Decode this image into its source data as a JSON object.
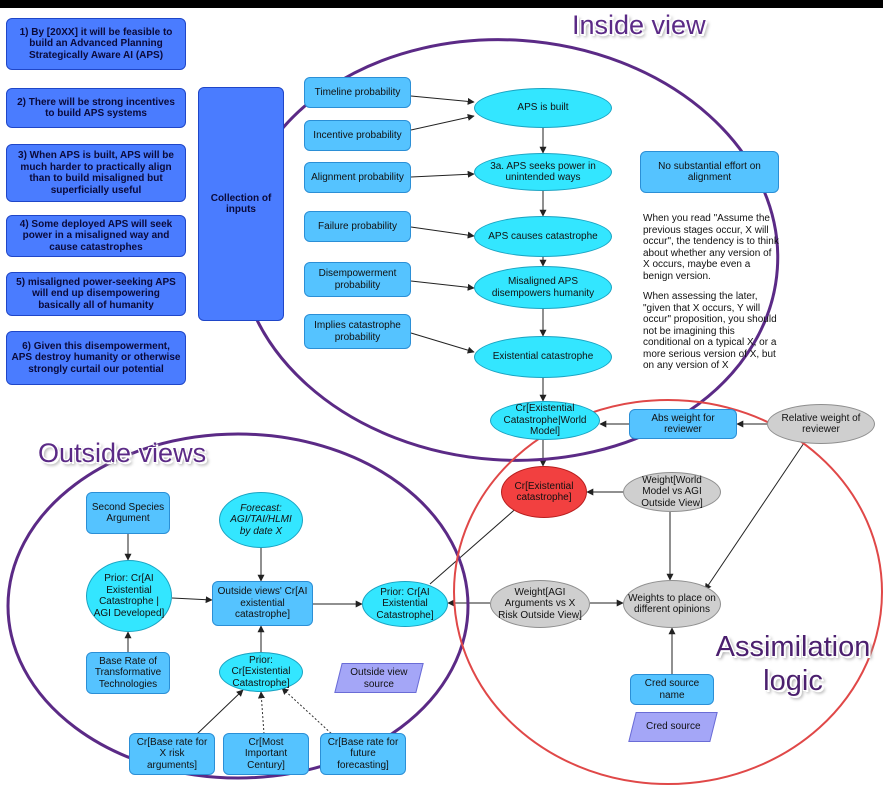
{
  "regions": {
    "inside": "Inside view",
    "outside": "Outside views",
    "assimilation": "Assimilation logic"
  },
  "claims": [
    "1) By [20XX] it will be feasible to build an Advanced Planning Strategically Aware AI (APS)",
    "2) There will be strong incentives to build APS systems",
    "3) When APS is built, APS will be much harder to practically align than to build misaligned but superficially useful",
    "4) Some deployed APS will seek power in a misaligned way and cause catastrophes",
    "5) misaligned power-seeking APS will end up disempowering basically all of humanity",
    "6) Given this disempowerment, APS destroy humanity or otherwise strongly curtail our potential"
  ],
  "inputs_box": "Collection of inputs",
  "probabilities": [
    "Timeline probability",
    "Incentive probability",
    "Alignment probability",
    "Failure probability",
    "Disempowerment probability",
    "Implies catastrophe probability"
  ],
  "stages": [
    "APS is built",
    "3a. APS seeks power in unintended ways",
    "APS causes catastrophe",
    "Misaligned APS disempowers humanity",
    "Existential catastrophe"
  ],
  "no_effort": "No substantial effort on alignment",
  "guidance_1": "When you read \"Assume the previous stages occur, X will occur\", the tendency is to think about whether any version of X occurs, maybe even a benign version.",
  "guidance_2": "When assessing the later, \"given that X occurs, Y will occur\" proposition, you should not be imagining this conditional on a typical X, or a more serious version of X, but on any version of X",
  "cr_world_model": "Cr[Existential Catastrophe|World Model]",
  "abs_weight": "Abs weight for reviewer",
  "relative_weight": "Relative weight of reviewer",
  "cr_existential": "Cr[Existential catastrophe]",
  "weight_world_vs_agi": "Weight[World Model vs AGI Outside View]",
  "weight_args_vs_risk": "Weight[AGI Arguments vs X Risk Outside View]",
  "weights_to_place": "Weights to place on different opinions",
  "cred_source_name": "Cred source name",
  "cred_source": "Cred source",
  "outside": {
    "second_species": "Second Species Argument",
    "forecast": "Forecast: AGI/TAI/HLMI by date X",
    "prior_dev": "Prior: Cr[AI Existential Catastrophe | AGI Developed]",
    "outside_views": "Outside views' Cr[AI existential catastrophe]",
    "prior_ai": "Prior: Cr[AI Existential Catastrophe]",
    "base_rate_transformative": "Base Rate of Transformative Technologies",
    "prior_existential": "Prior: Cr[Existential Catastrophe]",
    "outside_view_source": "Outside view source",
    "base_rate_x_risk": "Cr[Base rate for X risk arguments]",
    "most_important": "Cr[Most Important Century]",
    "base_rate_forecasting": "Cr[Base rate for future forecasting]"
  },
  "colors": {
    "claim_blue": "#4a7cff",
    "prob_blue": "#55c3ff",
    "cyan": "#33e6ff",
    "red": "#f24040",
    "grey": "#cfcfcf",
    "lavender": "#a4a6f7",
    "purple_ring": "#5b2a86",
    "red_ring": "#e04848"
  }
}
